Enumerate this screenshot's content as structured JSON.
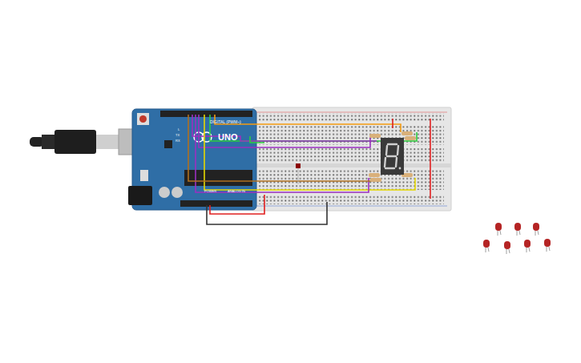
{
  "diagram": {
    "labels": [
      "UNO",
      "DIGITAL (PWM~)",
      "ANALOG IN",
      "POWER",
      "TX",
      "RX",
      "L"
    ]
  }
}
